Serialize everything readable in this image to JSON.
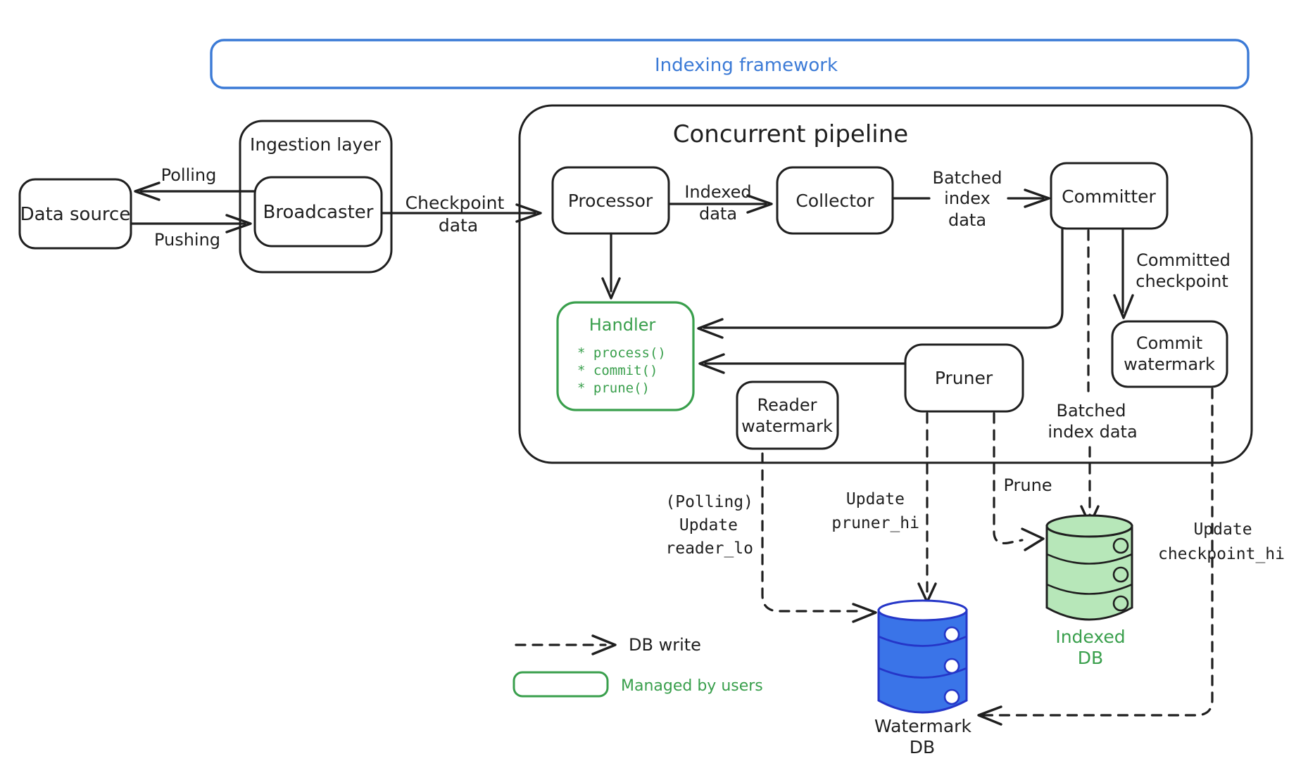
{
  "colors": {
    "ink": "#1f1f1f",
    "frame_blue": "#3b7ad6",
    "user_green": "#399f4c",
    "indexed_db_fill": "#b7e7b9",
    "watermark_db_fill": "#3a74e8",
    "watermark_db_stroke": "#2536c8",
    "watermark_db_text": "#3c7bd0"
  },
  "frame": {
    "title": "Indexing framework"
  },
  "pipeline": {
    "title": "Concurrent pipeline"
  },
  "nodes": {
    "data_source": "Data source",
    "ingestion_layer": "Ingestion layer",
    "broadcaster": "Broadcaster",
    "processor": "Processor",
    "collector": "Collector",
    "committer": "Committer",
    "commit_watermark": [
      "Commit",
      "watermark"
    ],
    "handler": {
      "title": "Handler",
      "methods": [
        "* process()",
        "* commit()",
        "* prune()"
      ]
    },
    "pruner": "Pruner",
    "reader_watermark": [
      "Reader",
      "watermark"
    ]
  },
  "databases": {
    "watermark_db": [
      "Watermark",
      "DB"
    ],
    "indexed_db": [
      "Indexed",
      "DB"
    ]
  },
  "edges": {
    "polling": "Polling",
    "pushing": "Pushing",
    "checkpoint_data": [
      "Checkpoint",
      "data"
    ],
    "indexed_data": [
      "Indexed",
      "data"
    ],
    "batched_index_data_top": [
      "Batched",
      "index",
      "data"
    ],
    "committed_checkpoint": [
      "Committed",
      "checkpoint"
    ],
    "batched_index_data_bottom": [
      "Batched",
      "index data"
    ],
    "update_reader_lo": [
      "(Polling)",
      "Update",
      "reader_lo"
    ],
    "update_pruner_hi": [
      "Update",
      "pruner_hi"
    ],
    "prune": "Prune",
    "update_checkpoint_hi": [
      "Update",
      "checkpoint_hi"
    ]
  },
  "legend": {
    "db_write": "DB write",
    "managed_by_users": "Managed by users"
  }
}
